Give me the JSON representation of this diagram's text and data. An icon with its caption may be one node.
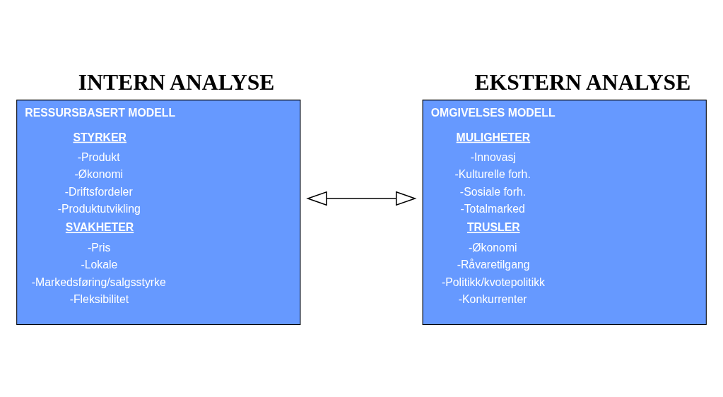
{
  "diagram": {
    "nodes": [
      {
        "text": [
          "INTERN ANALYSE",
          "RESSURSBASERT MODELL",
          "STYRKER",
          "-Produkt",
          "-Økonomi",
          "-Driftsfordeler",
          "-Produktutvikling",
          "SVAKHETER",
          "-Pris",
          "-Lokale",
          "-Markedsføring/salgsstyrke",
          "-Fleksibilitet"
        ]
      },
      {
        "text": [
          "EKSTERN ANALYSE",
          "OMGIVELSES MODELL",
          "MULIGHETER",
          "-Innovasj",
          "-Kulturelle forh.",
          "-Sosiale forh.",
          "-Totalmarked",
          "TRUSLER",
          "-Økonomi",
          "-Råvaretilgang",
          "-Politikk/kvotepolitikk",
          "-Konkurrenter"
        ]
      }
    ],
    "edges": [
      {
        "from": 0,
        "to": 1,
        "arrow": "both"
      }
    ]
  }
}
